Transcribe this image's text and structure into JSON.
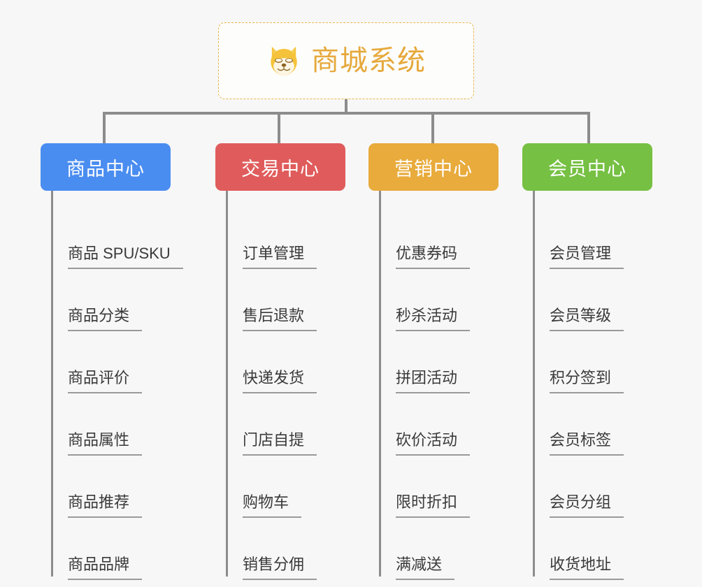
{
  "canvas": {
    "background": "#f7f7f7",
    "connector_color": "#8c8c8c"
  },
  "root": {
    "title": "商城系统",
    "icon": "shiba-dog-face-icon",
    "border_color": "#eab64a",
    "text_color": "#e6a93c",
    "background": "#fdfdfc"
  },
  "branches": [
    {
      "id": "product-center",
      "label": "商品中心",
      "color": "#4a8df0",
      "items": [
        {
          "label": "商品 SPU/SKU"
        },
        {
          "label": "商品分类"
        },
        {
          "label": "商品评价"
        },
        {
          "label": "商品属性"
        },
        {
          "label": "商品推荐"
        },
        {
          "label": "商品品牌"
        }
      ]
    },
    {
      "id": "trade-center",
      "label": "交易中心",
      "color": "#e05c5c",
      "items": [
        {
          "label": "订单管理"
        },
        {
          "label": "售后退款"
        },
        {
          "label": "快递发货"
        },
        {
          "label": "门店自提"
        },
        {
          "label": "购物车"
        },
        {
          "label": "销售分佣"
        }
      ]
    },
    {
      "id": "marketing-center",
      "label": "营销中心",
      "color": "#e8ab3c",
      "items": [
        {
          "label": "优惠券码"
        },
        {
          "label": "秒杀活动"
        },
        {
          "label": "拼团活动"
        },
        {
          "label": "砍价活动"
        },
        {
          "label": "限时折扣"
        },
        {
          "label": "满减送"
        }
      ]
    },
    {
      "id": "member-center",
      "label": "会员中心",
      "color": "#76c043",
      "items": [
        {
          "label": "会员管理"
        },
        {
          "label": "会员等级"
        },
        {
          "label": "积分签到"
        },
        {
          "label": "会员标签"
        },
        {
          "label": "会员分组"
        },
        {
          "label": "收货地址"
        }
      ]
    }
  ]
}
